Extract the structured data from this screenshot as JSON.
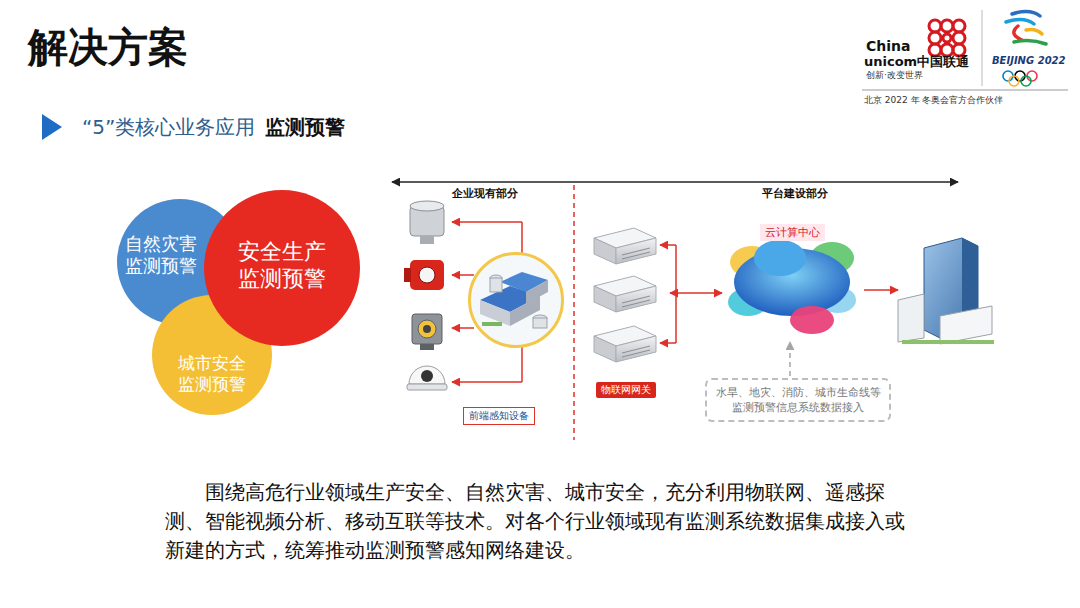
{
  "diagram": {
    "title": "解决方案",
    "caption": "围绕高危行业领域生产安全、自然灾害、城市安全，充分利用物联网、遥感探测、智能视频分析、移动互联等技术。对各个行业领域现有监测系统数据集成接入或新建的方式，统筹推动监测预警感知网络建设。",
    "nodes": [
      {
        "text": [
          "自然灾害监测预警"
        ]
      },
      {
        "text": [
          "安全生产监测预警"
        ]
      },
      {
        "text": [
          "城市安全监测预警"
        ]
      },
      {
        "text": [
          "前端感知设备"
        ]
      },
      {
        "text": [
          "物联网网关"
        ]
      },
      {
        "text": [
          "云计算中心"
        ]
      },
      {
        "text": [
          "水旱、地灾、消防、城市生命线等监测预警信息系统数据接入"
        ]
      }
    ],
    "edges": [
      {
        "from": 4,
        "to": 5,
        "arrow": "both"
      },
      {
        "from": 6,
        "to": 5,
        "arrow": "to"
      }
    ],
    "labels": [
      "“5”类核心业务应用",
      "监测预警",
      "企业现有部分",
      "平台建设部分",
      "China",
      "unicom中国联通",
      "创新·改变世界",
      "BEIJING 2022",
      "北京 2022 年 冬奥会官方合作伙伴"
    ]
  }
}
